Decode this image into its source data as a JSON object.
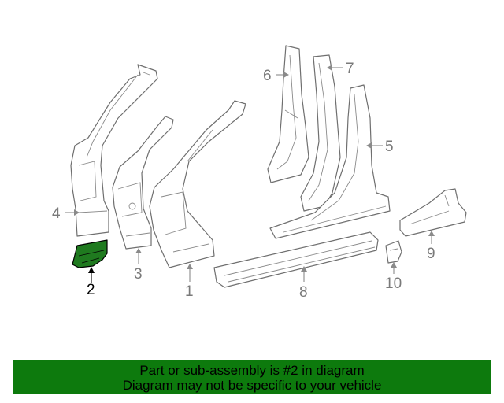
{
  "callouts": [
    {
      "id": "1",
      "label": "1"
    },
    {
      "id": "2",
      "label": "2",
      "highlighted": true
    },
    {
      "id": "3",
      "label": "3"
    },
    {
      "id": "4",
      "label": "4"
    },
    {
      "id": "5",
      "label": "5"
    },
    {
      "id": "6",
      "label": "6"
    },
    {
      "id": "7",
      "label": "7"
    },
    {
      "id": "8",
      "label": "8"
    },
    {
      "id": "9",
      "label": "9"
    },
    {
      "id": "10",
      "label": "10"
    }
  ],
  "banner": {
    "line1": "Part or sub-assembly is #2 in diagram",
    "line2": "Diagram may not be specific to your vehicle"
  },
  "colors": {
    "highlight_part": "#1f7a1f",
    "banner_bg": "#0d7a0d",
    "line_gray": "#8a8a8a"
  }
}
